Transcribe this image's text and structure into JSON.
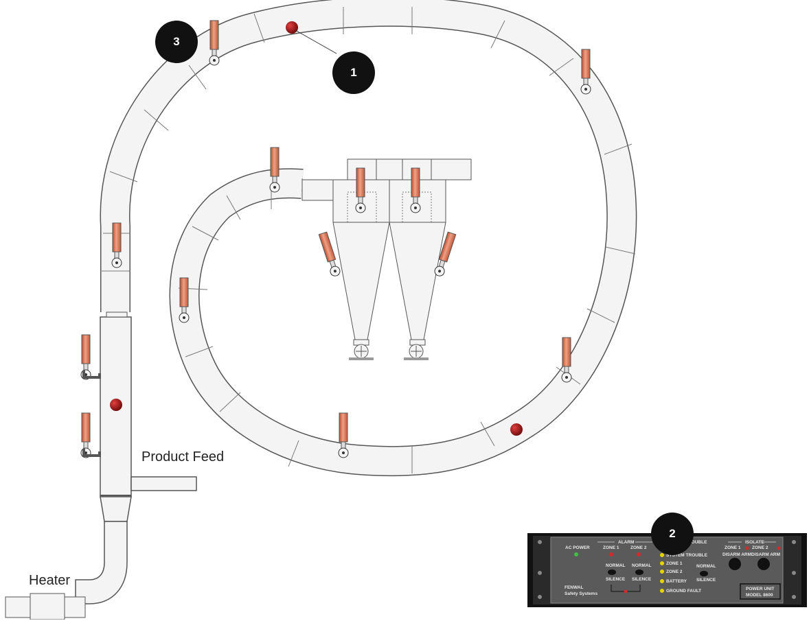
{
  "labels": {
    "product_feed": "Product Feed",
    "heater": "Heater"
  },
  "callouts": [
    "1",
    "2",
    "3"
  ],
  "panel": {
    "alarm_title": "ALARM",
    "trouble_title": "TROUBLE",
    "isolate_title": "ISOLATE",
    "ac_power": "AC POWER",
    "zone1": "ZONE 1",
    "zone2": "ZONE 2",
    "normal": "NORMAL",
    "silence": "SILENCE",
    "system_trouble": "SYSTEM TROUBLE",
    "zone1_t": "ZONE 1",
    "zone2_t": "ZONE 2",
    "battery": "BATTERY",
    "ground_fault": "GROUND FAULT",
    "disarm_arm": "DISARM ARM",
    "brand_line1": "FENWAL",
    "brand_line2": "Safety Systems",
    "model_line1": "POWER UNIT",
    "model_line2": "MODEL 8600"
  },
  "colors": {
    "detector": "#d9735a",
    "sensor_red": "#a01818",
    "panel_bg": "#4a4a4a",
    "led_green": "#3fbf3f",
    "led_yellow": "#e5d400",
    "led_red": "#d42a2a"
  }
}
